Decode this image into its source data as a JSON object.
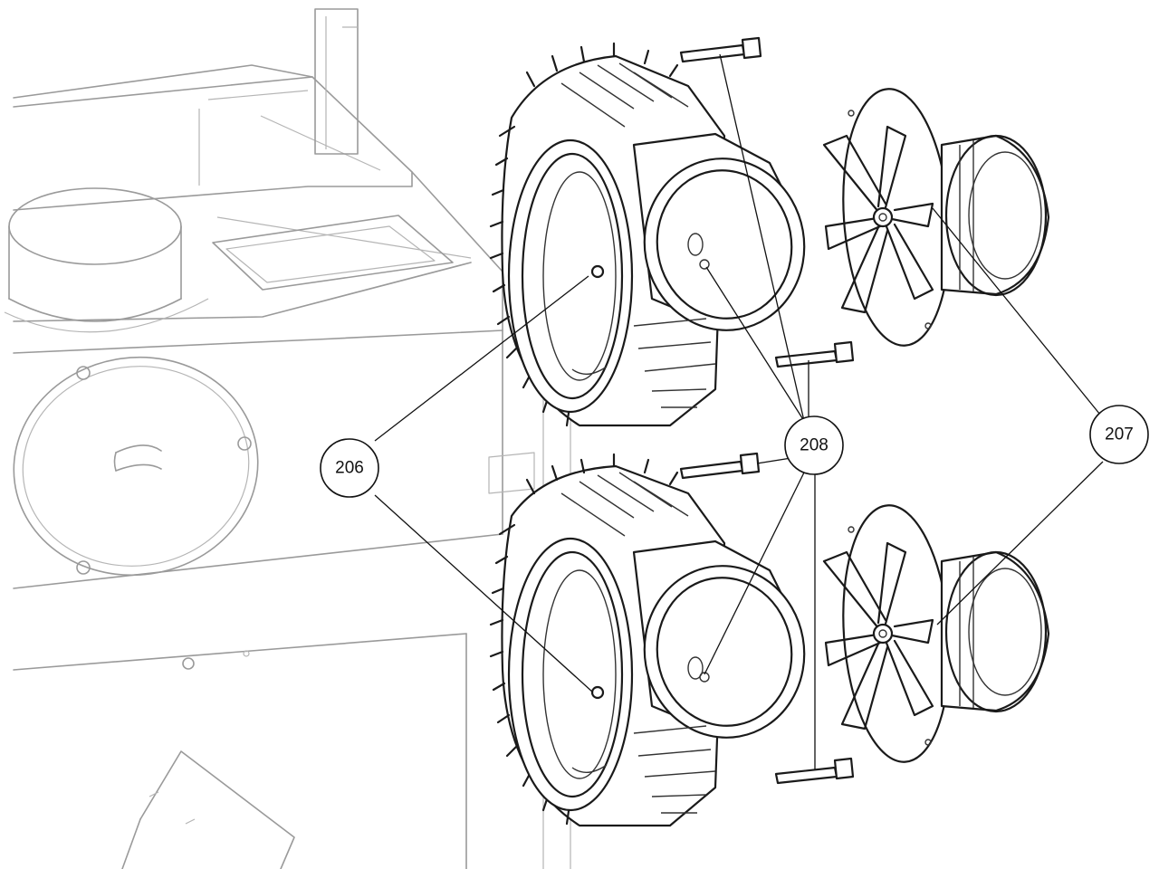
{
  "callouts": [
    {
      "id": "206",
      "label": "206"
    },
    {
      "id": "207",
      "label": "207"
    },
    {
      "id": "208",
      "label": "208"
    }
  ],
  "colors": {
    "line_light": "#9a9a9a",
    "line_dark": "#1a1a1a",
    "background": "#ffffff"
  }
}
